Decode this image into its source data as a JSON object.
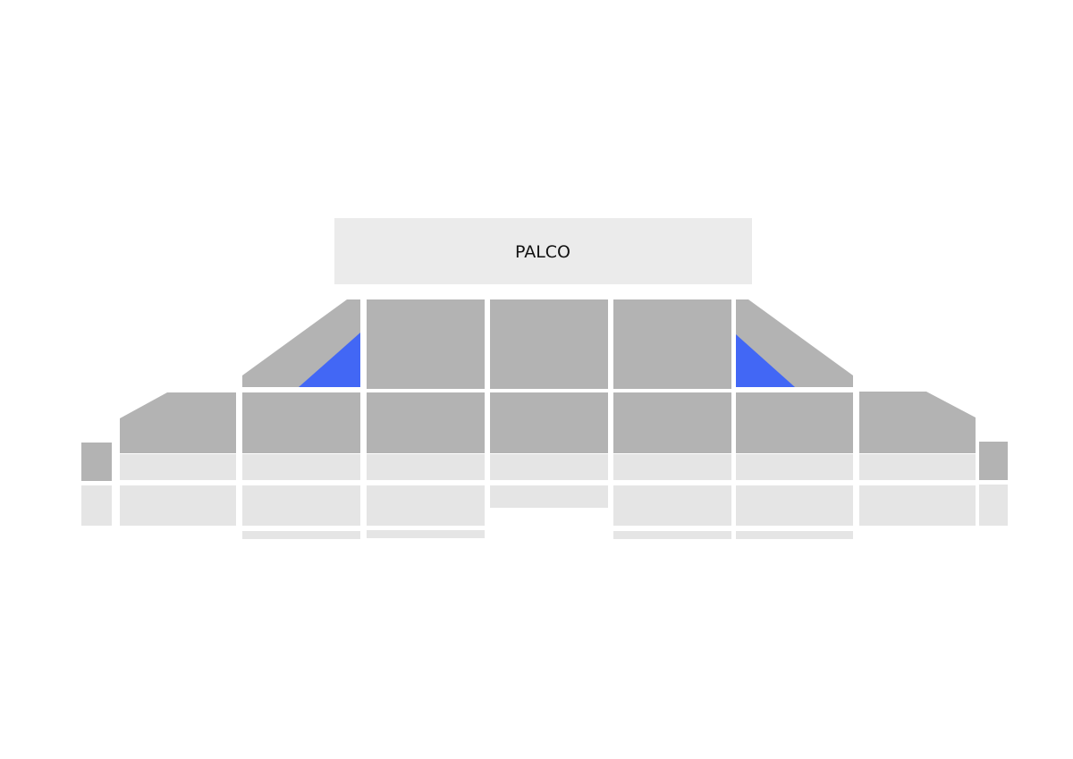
{
  "stage": {
    "label": "PALCO"
  },
  "colors": {
    "background": "#ffffff",
    "stage_fill": "#ebebeb",
    "section_unavailable_dark": "#b3b3b3",
    "section_unavailable_light": "#e5e5e5",
    "section_available": "#4267f5",
    "divider": "#ffffff"
  },
  "sections": [
    {
      "id": "left-upper-wedge",
      "status": "unavailable"
    },
    {
      "id": "left-upper-wedge-selectable",
      "status": "available"
    },
    {
      "id": "upper-1",
      "status": "unavailable"
    },
    {
      "id": "upper-2",
      "status": "unavailable"
    },
    {
      "id": "upper-3",
      "status": "unavailable"
    },
    {
      "id": "right-upper-wedge",
      "status": "unavailable"
    },
    {
      "id": "right-upper-wedge-selectable",
      "status": "available"
    },
    {
      "id": "left-wing",
      "status": "unavailable"
    },
    {
      "id": "middle-1",
      "status": "unavailable"
    },
    {
      "id": "middle-2",
      "status": "unavailable"
    },
    {
      "id": "middle-3",
      "status": "unavailable"
    },
    {
      "id": "middle-4",
      "status": "unavailable"
    },
    {
      "id": "middle-5",
      "status": "unavailable"
    },
    {
      "id": "right-wing",
      "status": "unavailable"
    },
    {
      "id": "left-box",
      "status": "unavailable"
    },
    {
      "id": "right-box",
      "status": "unavailable"
    }
  ]
}
